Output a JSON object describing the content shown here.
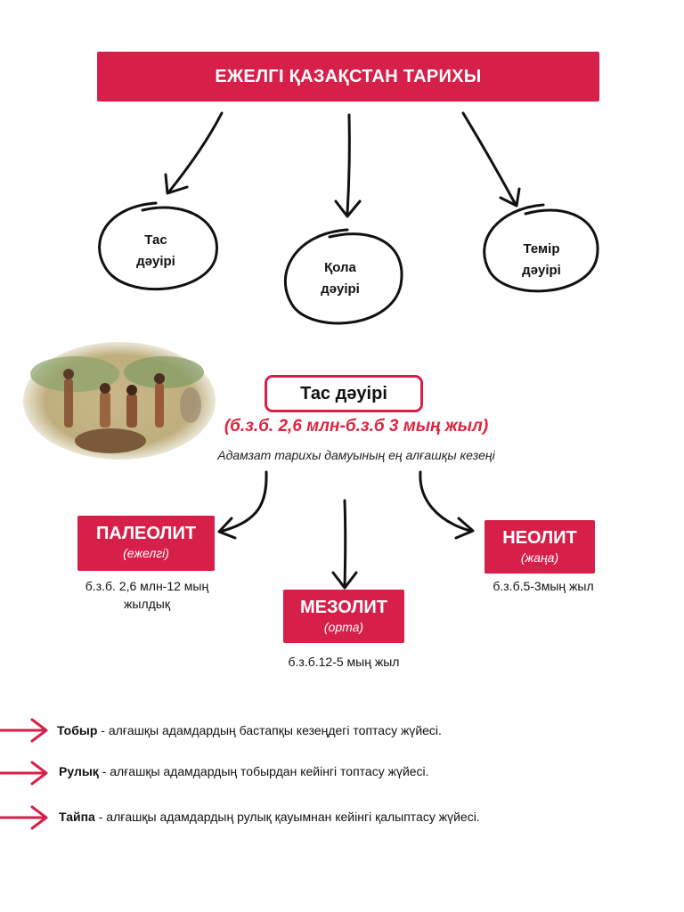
{
  "title": "ЕЖЕЛГІ ҚАЗАҚСТАН ТАРИХЫ",
  "eras": [
    {
      "line1": "Тас",
      "line2": "дәуірі"
    },
    {
      "line1": "Қола",
      "line2": "дәуірі"
    },
    {
      "line1": "Темір",
      "line2": "дәуірі"
    }
  ],
  "stone_age": {
    "title": "Тас дәуірі",
    "range": "(б.з.б. 2,6 млн-б.з.б 3 мың жыл)",
    "subtitle": "Адамзат тарихы дамуының ең алғашқы кезеңі"
  },
  "periods": [
    {
      "name": "ПАЛЕОЛИТ",
      "sub": "(ежелгі)",
      "date_line1": "б.з.б. 2,6 млн-12 мың",
      "date_line2": "жылдық"
    },
    {
      "name": "МЕЗОЛИТ",
      "sub": "(орта)",
      "date_line1": "б.з.б.12-5 мың жыл",
      "date_line2": ""
    },
    {
      "name": "НЕОЛИТ",
      "sub": "(жаңа)",
      "date_line1": "б.з.б.5-3мың жыл",
      "date_line2": ""
    }
  ],
  "terms": [
    {
      "term": "Тобыр",
      "desc": " - алғашқы адамдардың бастапқы кезеңдегі топтасу жүйесі."
    },
    {
      "term": "Рулық",
      "desc": " - алғашқы адамдардың тобырдан кейінгі топтасу жүйесі."
    },
    {
      "term": "Тайпа",
      "desc": " - алғашқы адамдардың рулық қауымнан кейінгі қалыптасу жүйесі."
    }
  ],
  "colors": {
    "accent": "#d6204a",
    "date_red": "#e0233f",
    "ink": "#111111"
  },
  "icons": [
    "arrow-right-icon",
    "stone-age-illustration"
  ]
}
